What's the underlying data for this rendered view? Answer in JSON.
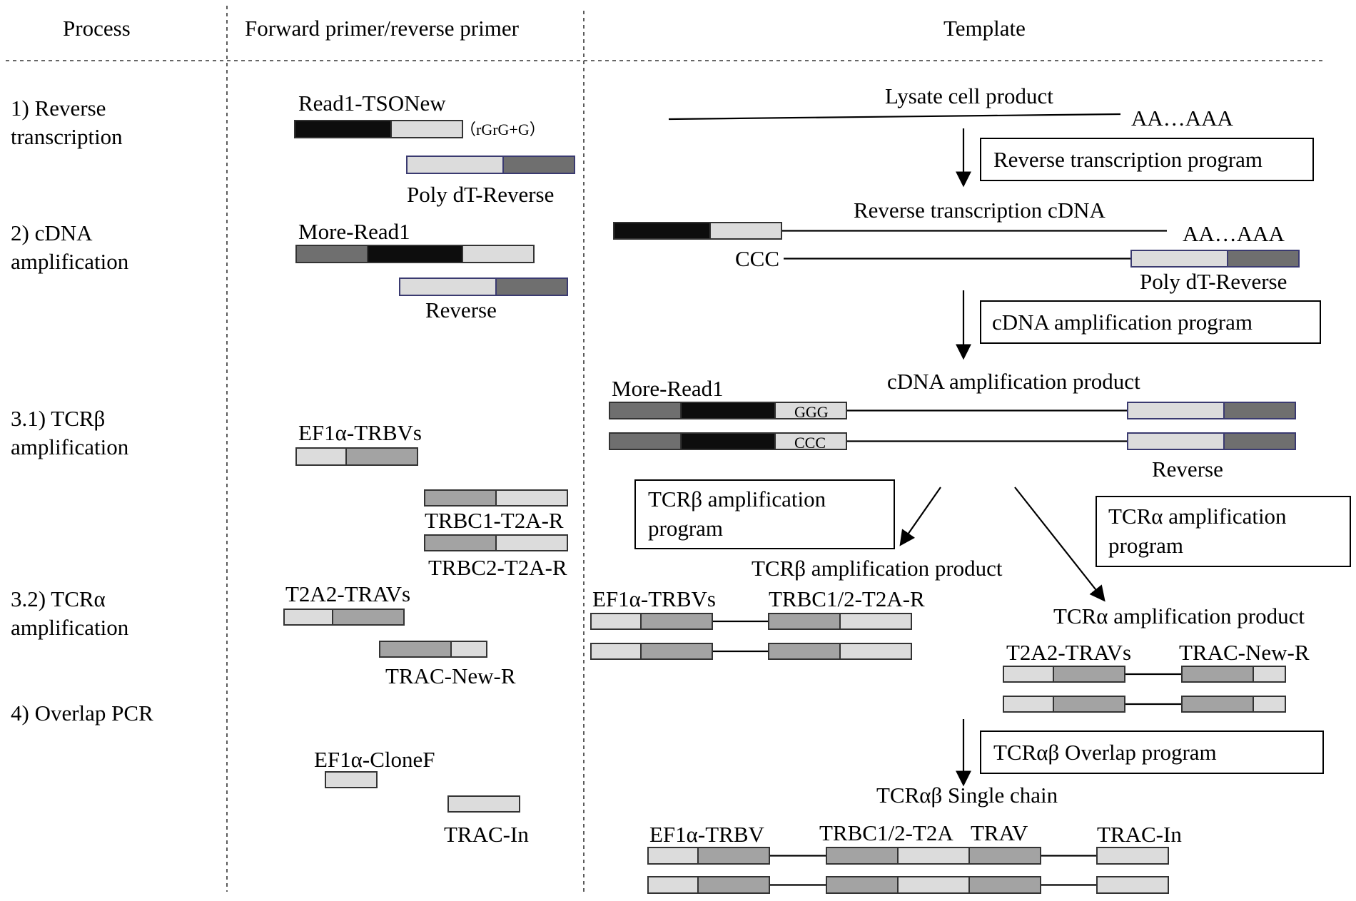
{
  "headers": {
    "process": "Process",
    "primers": "Forward primer/reverse primer",
    "template": "Template"
  },
  "colors": {
    "black": "#0d0d0d",
    "dark": "#6f6f6f",
    "medium": "#a3a3a3",
    "light": "#dcdcdc",
    "outline": "#3a3a70"
  },
  "steps": {
    "s1a": "1) Reverse",
    "s1b": "transcription",
    "s2a": "2) cDNA",
    "s2b": "amplification",
    "s31a": "3.1) TCRβ",
    "s31b": "amplification",
    "s32a": "3.2) TCRα",
    "s32b": "amplification",
    "s4": "4) Overlap PCR"
  },
  "primers": {
    "read1_tso": "Read1-TSONew",
    "rgrg": "（rGrG+G）",
    "polydt": "Poly dT-Reverse",
    "more_read1": "More-Read1",
    "reverse": "Reverse",
    "ef1a_trbvs": "EF1α-TRBVs",
    "trbc1": "TRBC1-T2A-R",
    "trbc2": "TRBC2-T2A-R",
    "t2a2_travs": "T2A2-TRAVs",
    "trac_new_r": "TRAC-New-R",
    "ef1a_clonef": "EF1α-CloneF",
    "trac_in": "TRAC-In"
  },
  "template": {
    "lysate": "Lysate cell product",
    "polya": "AA…AAA",
    "rt_program": "Reverse transcription program",
    "rt_cdna": "Reverse transcription cDNA",
    "ccc": "CCC",
    "polydt": "Poly dT-Reverse",
    "cdna_program": "cDNA amplification program",
    "cdna_product": "cDNA amplification product",
    "more_read1": "More-Read1",
    "ggg": "GGG",
    "reverse": "Reverse",
    "tcrb_program_1": "TCRβ amplification",
    "tcrb_program_2": "program",
    "tcra_program_1": "TCRα amplification",
    "tcra_program_2": "program",
    "tcrb_product": "TCRβ amplification product",
    "ef1a_trbvs": "EF1α-TRBVs",
    "trbc12": "TRBC1/2-T2A-R",
    "tcra_product": "TCRα amplification product",
    "t2a2_travs": "T2A2-TRAVs",
    "trac_new_r": "TRAC-New-R",
    "overlap_program": "TCRαβ Overlap program",
    "single_chain": "TCRαβ Single chain",
    "ef1a_trbv": "EF1α-TRBV",
    "trbc12_t2a": "TRBC1/2-T2A",
    "trav": "TRAV",
    "trac_in": "TRAC-In"
  }
}
